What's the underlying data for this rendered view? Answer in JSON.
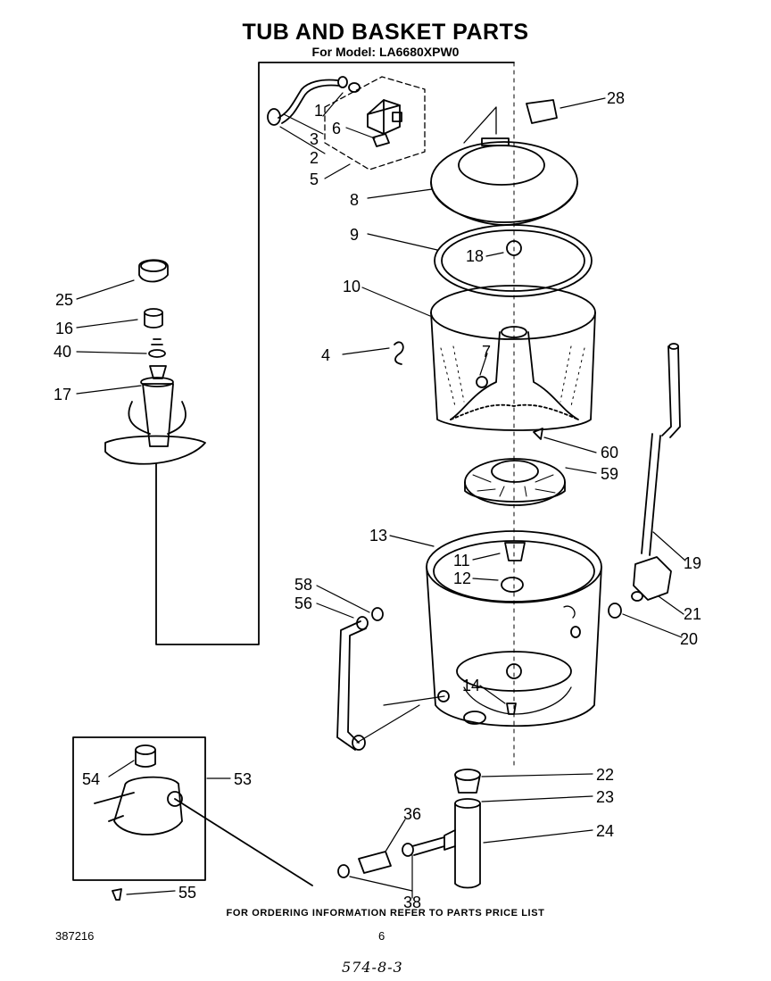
{
  "header": {
    "title": "TUB AND BASKET PARTS",
    "subtitle": "For Model: LA6680XPW0"
  },
  "callouts": {
    "p1": "1",
    "p2": "2",
    "p3": "3",
    "p4": "4",
    "p5": "5",
    "p6": "6",
    "p7": "7",
    "p8": "8",
    "p9": "9",
    "p10": "10",
    "p11": "11",
    "p12": "12",
    "p13": "13",
    "p14": "14",
    "p16": "16",
    "p17": "17",
    "p18": "18",
    "p19": "19",
    "p20": "20",
    "p21": "21",
    "p22": "22",
    "p23": "23",
    "p24": "24",
    "p25": "25",
    "p28": "28",
    "p36": "36",
    "p38": "38",
    "p40": "40",
    "p53": "53",
    "p54": "54",
    "p55": "55",
    "p56": "56",
    "p58": "58",
    "p59": "59",
    "p60": "60"
  },
  "footer": {
    "ordering_note": "FOR ORDERING INFORMATION REFER TO PARTS PRICE LIST",
    "doc_number": "387216",
    "page_number": "6",
    "handwritten_code": "574-8-3"
  }
}
